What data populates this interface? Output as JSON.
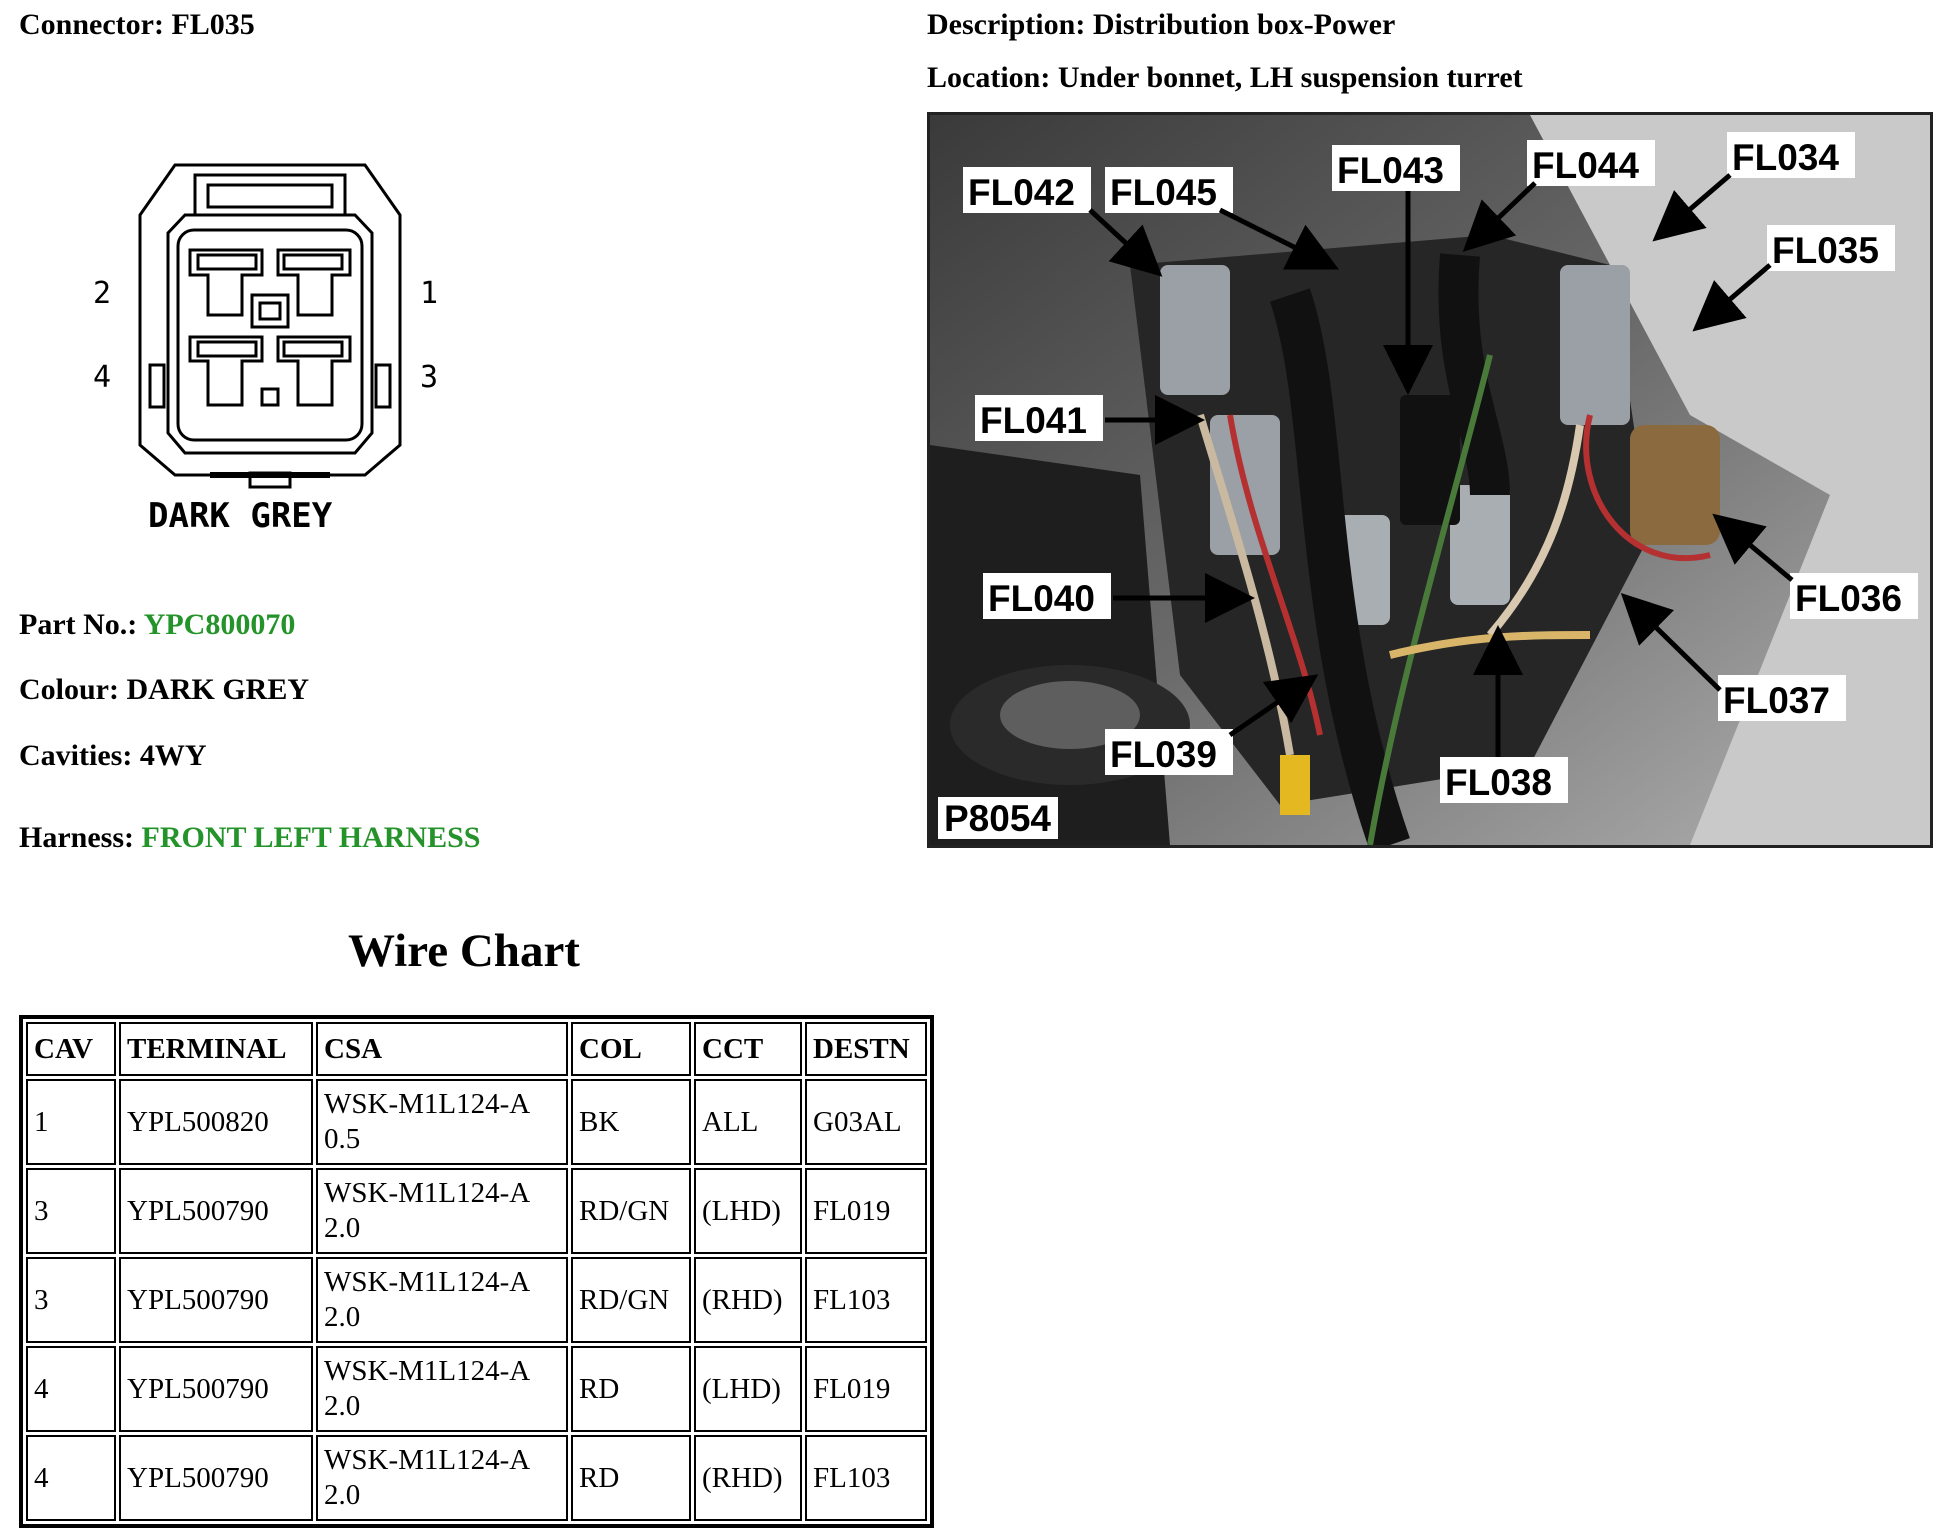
{
  "connector": {
    "label": "Connector:",
    "value": "FL035"
  },
  "description": {
    "label": "Description:",
    "value": "Distribution box-Power"
  },
  "location": {
    "label": "Location:",
    "value": "Under bonnet, LH suspension turret"
  },
  "diagram": {
    "pins": [
      "1",
      "2",
      "3",
      "4"
    ],
    "colour_caption": "DARK GREY"
  },
  "part_no": {
    "label": "Part No.:",
    "value": "YPC800070"
  },
  "colour": {
    "label": "Colour:",
    "value": "DARK GREY"
  },
  "cavities": {
    "label": "Cavities:",
    "value": "4WY"
  },
  "harness": {
    "label": "Harness:",
    "value": "FRONT LEFT HARNESS"
  },
  "wire_chart": {
    "title": "Wire Chart",
    "headers": [
      "CAV",
      "TERMINAL",
      "CSA",
      "COL",
      "CCT",
      "DESTN"
    ],
    "rows": [
      {
        "cav": "1",
        "terminal": "YPL500820",
        "csa_1": "WSK-M1L124-A",
        "csa_2": "0.5",
        "col": "BK",
        "cct": "ALL",
        "destn": "G03AL"
      },
      {
        "cav": "3",
        "terminal": "YPL500790",
        "csa_1": "WSK-M1L124-A",
        "csa_2": "2.0",
        "col": "RD/GN",
        "cct": "(LHD)",
        "destn": "FL019"
      },
      {
        "cav": "3",
        "terminal": "YPL500790",
        "csa_1": "WSK-M1L124-A",
        "csa_2": "2.0",
        "col": "RD/GN",
        "cct": "(RHD)",
        "destn": "FL103"
      },
      {
        "cav": "4",
        "terminal": "YPL500790",
        "csa_1": "WSK-M1L124-A",
        "csa_2": "2.0",
        "col": "RD",
        "cct": "(LHD)",
        "destn": "FL019"
      },
      {
        "cav": "4",
        "terminal": "YPL500790",
        "csa_1": "WSK-M1L124-A",
        "csa_2": "2.0",
        "col": "RD",
        "cct": "(RHD)",
        "destn": "FL103"
      }
    ]
  },
  "photo": {
    "id": "P8054",
    "callouts": [
      "FL042",
      "FL045",
      "FL043",
      "FL044",
      "FL034",
      "FL035",
      "FL041",
      "FL040",
      "FL036",
      "FL037",
      "FL039",
      "FL038"
    ]
  },
  "colors": {
    "link_green": "#23932a"
  }
}
